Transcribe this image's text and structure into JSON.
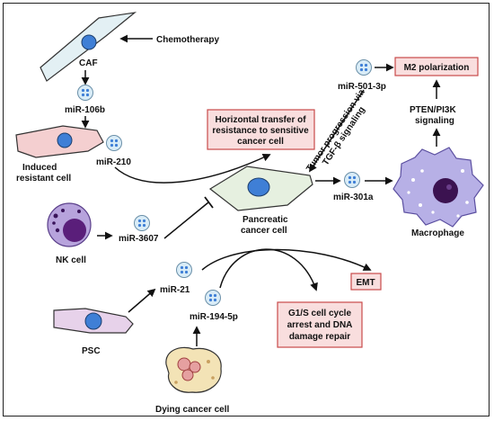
{
  "labels": {
    "chemotherapy": "Chemotherapy",
    "caf": "CAF",
    "mir106b": "miR-106b",
    "induced_line1": "Induced",
    "induced_line2": "resistant cell",
    "mir210": "miR-210",
    "pancreatic_line1": "Pancreatic",
    "pancreatic_line2": "cancer cell",
    "nk_cell": "NK cell",
    "mir3607": "miR-3607",
    "mir21": "miR-21",
    "mir194": "miR-194-5p",
    "psc": "PSC",
    "dying": "Dying cancer cell",
    "mir501": "miR-501-3p",
    "mir301a": "miR-301a",
    "macrophage": "Macrophage",
    "pten_line1": "PTEN/PI3K",
    "pten_line2": "signaling",
    "tumor_line1": "Tumor progression via",
    "tumor_line2": "TGF-β signaling"
  },
  "boxes": {
    "horizontal_line1": "Horizontal transfer of",
    "horizontal_line2": "resistance to sensitive",
    "horizontal_line3": "cancer cell",
    "m2": "M2 polarization",
    "emt": "EMT",
    "g1s_line1": "G1/S cell cycle",
    "g1s_line2": "arrest and DNA",
    "g1s_line3": "damage repair"
  },
  "colors": {
    "box_fill": "#f9dede",
    "box_stroke": "#c94a4a",
    "nucleus": "#3f7fd6",
    "exosome": "#d9ecf7",
    "caf_cell": "#e3f0f4",
    "induced_cell": "#f4cfd0",
    "pancreatic_cell": "#e6f0e0",
    "nk_cell": "#b7a3dc",
    "psc_cell": "#e7d2ea",
    "macrophage": "#b7b0e6",
    "dying_cell": "#f3e3b6"
  }
}
